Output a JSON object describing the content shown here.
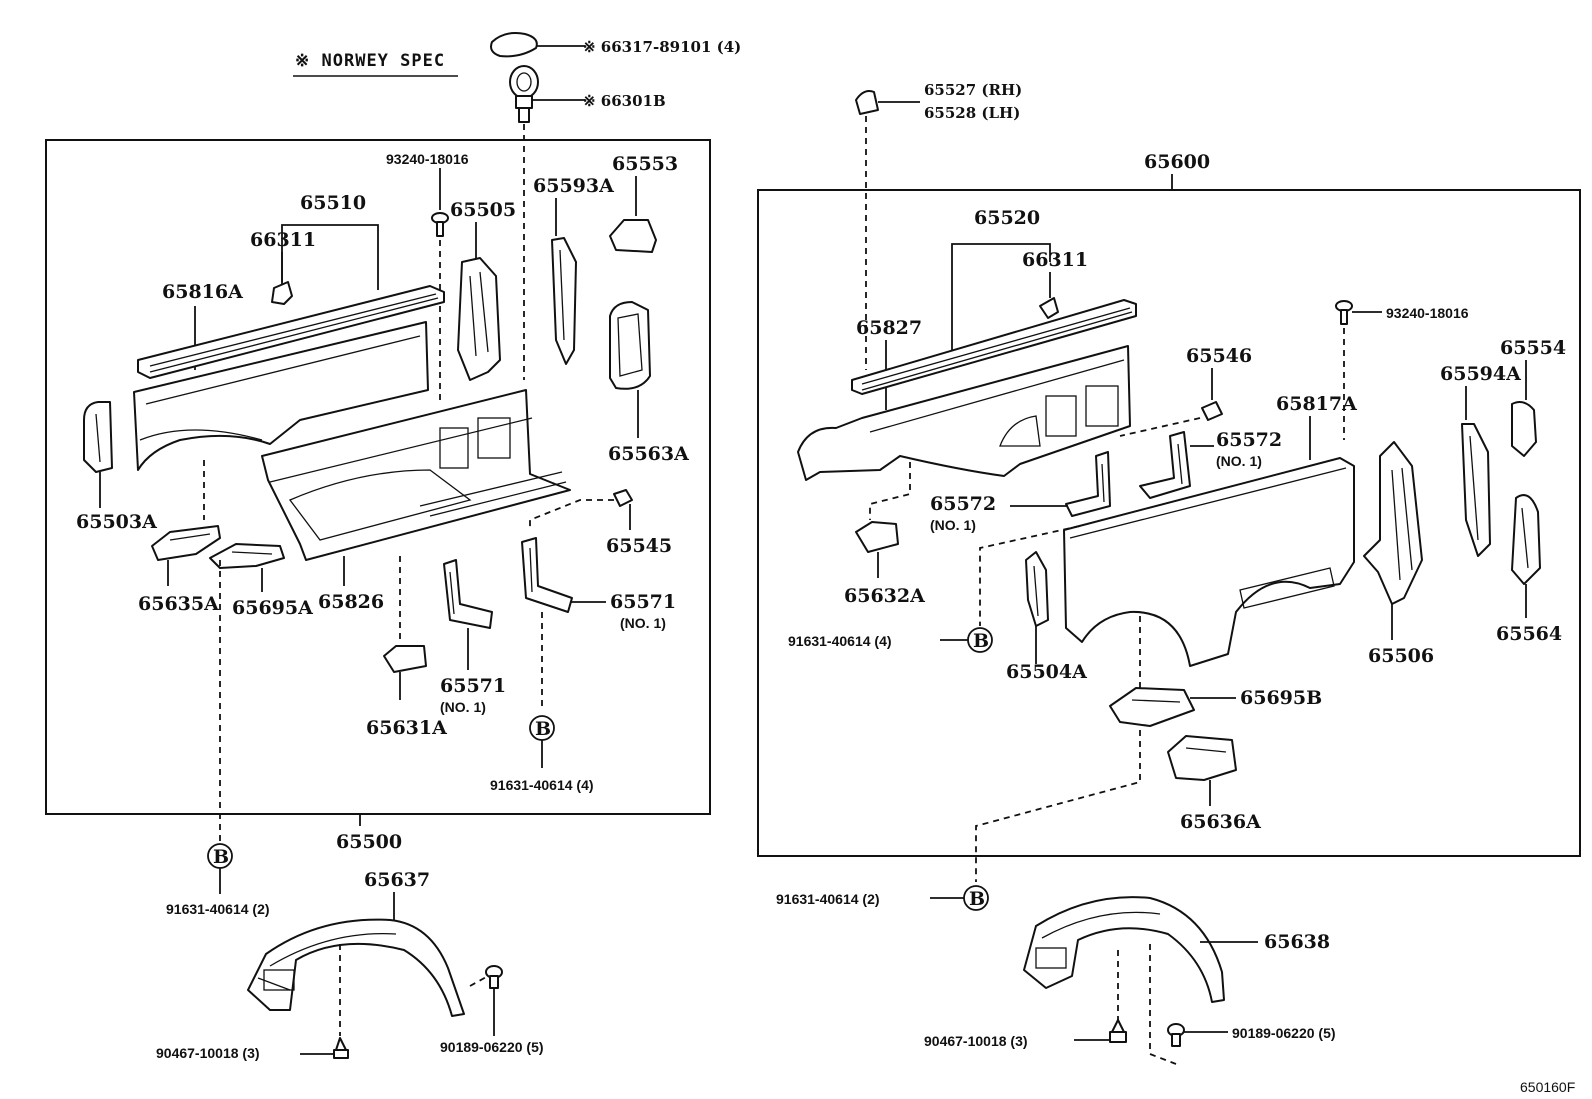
{
  "note": {
    "symbol": "※",
    "text": "NORWEY SPEC"
  },
  "drawing_code": "650160F",
  "ref_marker": "B",
  "assemblies": {
    "left": "65500",
    "right": "65600"
  },
  "labels": {
    "p66317": "※ 66317-89101 (4)",
    "p66301": "※ 66301B",
    "p93240_left": "93240-18016",
    "p65510": "65510",
    "p66311_left": "66311",
    "p65505": "65505",
    "p65593A": "65593A",
    "p65553": "65553",
    "p65816A": "65816A",
    "p65563A": "65563A",
    "p65503A": "65503A",
    "p65545": "65545",
    "p65635A": "65635A",
    "p65695A": "65695A",
    "p65826": "65826",
    "p65571_right": "65571",
    "p65571_right_sub": "(NO. 1)",
    "p65571_center": "65571",
    "p65571_center_sub": "(NO. 1)",
    "p65631A": "65631A",
    "p91631_left_4": "91631-40614 (4)",
    "p91631_left_2": "91631-40614 (2)",
    "p65637": "65637",
    "p90467_left": "90467-10018 (3)",
    "p90189_left": "90189-06220 (5)",
    "p65527": "65527 (RH)",
    "p65528": "65528 (LH)",
    "p65520": "65520",
    "p66311_right": "66311",
    "p93240_right": "93240-18016",
    "p65827": "65827",
    "p65546": "65546",
    "p65554": "65554",
    "p65594A": "65594A",
    "p65817A": "65817A",
    "p65572_upper": "65572",
    "p65572_upper_sub": "(NO. 1)",
    "p65572_lower": "65572",
    "p65572_lower_sub": "(NO. 1)",
    "p65632A": "65632A",
    "p91631_right_4": "91631-40614 (4)",
    "p65504A": "65504A",
    "p65506": "65506",
    "p65564": "65564",
    "p65695B": "65695B",
    "p65636A": "65636A",
    "p91631_right_2": "91631-40614 (2)",
    "p65638": "65638",
    "p90467_right": "90467-10018 (3)",
    "p90189_right": "90189-06220 (5)"
  }
}
